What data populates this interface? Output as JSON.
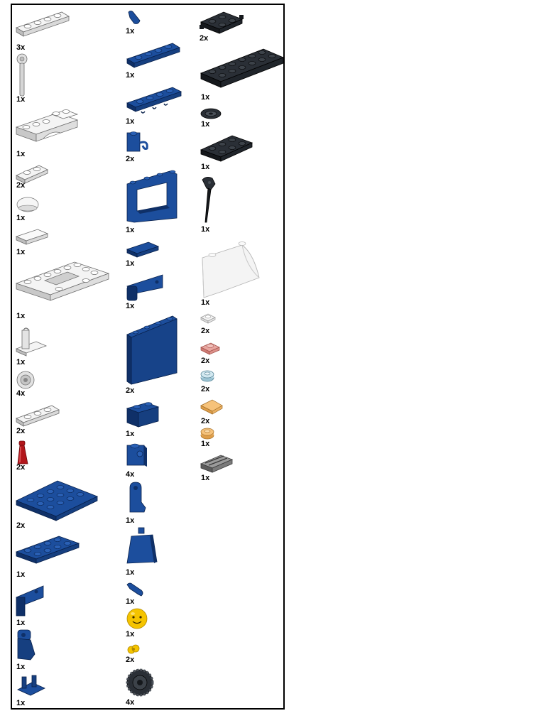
{
  "colors": {
    "white": "#f4f4f4",
    "white_dark": "#bdbdbd",
    "white_edge": "#6e6e6e",
    "blue": "#1c4e9d",
    "blue_dark": "#0f3068",
    "blue_edge": "#08204a",
    "black": "#2a2f36",
    "black_dark": "#15181c",
    "black_edge": "#000000",
    "red": "#b3161b",
    "red_dark": "#6e0b0e",
    "yellow": "#f5c400",
    "yellow_dark": "#b28a00",
    "grey": "#9b9b9b",
    "grey_dark": "#5c5c5c",
    "trans_clear": "#f4f4f4",
    "trans_red": "#e8a6a0",
    "trans_blue": "#b9d8e4",
    "trans_orange": "#f6c27a",
    "border": "#000000"
  },
  "inventory": {
    "column_1": [
      {
        "part": "plate-1x4",
        "icon": "plate-1x4-icon",
        "color": "white",
        "qty": "3x"
      },
      {
        "part": "antenna-whip",
        "icon": "antenna-icon",
        "color": "white",
        "qty": "1x"
      },
      {
        "part": "car-mudguard-plate",
        "icon": "mudguard-icon",
        "color": "white",
        "qty": "1x"
      },
      {
        "part": "plate-1x2",
        "icon": "plate-1x2-icon",
        "color": "white",
        "qty": "2x"
      },
      {
        "part": "dish-round",
        "icon": "dish-icon",
        "color": "white",
        "qty": "1x"
      },
      {
        "part": "tile-1x2",
        "icon": "tile-1x2-icon",
        "color": "white",
        "qty": "1x"
      },
      {
        "part": "car-base-plate",
        "icon": "car-base-icon",
        "color": "white",
        "qty": "1x"
      },
      {
        "part": "plate-with-clip",
        "icon": "clip-plate-icon",
        "color": "white",
        "qty": "1x"
      },
      {
        "part": "wheel-hub",
        "icon": "wheel-hub-icon",
        "color": "white",
        "qty": "4x"
      },
      {
        "part": "plate-1x3",
        "icon": "plate-1x3-icon",
        "color": "white",
        "qty": "2x"
      },
      {
        "part": "cone",
        "icon": "cone-icon",
        "color": "red",
        "qty": "2x"
      },
      {
        "part": "plate-4x4-hinge",
        "icon": "plate-4x4-icon",
        "color": "blue",
        "qty": "2x"
      },
      {
        "part": "plate-2x4",
        "icon": "plate-2x4-icon",
        "color": "blue",
        "qty": "1x"
      },
      {
        "part": "bracket",
        "icon": "bracket-icon",
        "color": "blue",
        "qty": "1x"
      },
      {
        "part": "minifig-legs-hips",
        "icon": "legs-icon",
        "color": "blue",
        "qty": "1x"
      },
      {
        "part": "plate-with-bar",
        "icon": "plate-bar-icon",
        "color": "blue",
        "qty": "1x"
      }
    ],
    "column_2": [
      {
        "part": "minifig-arm",
        "icon": "arm-icon",
        "color": "blue",
        "qty": "1x"
      },
      {
        "part": "plate-1x4",
        "icon": "plate-1x4-icon",
        "color": "blue",
        "qty": "1x"
      },
      {
        "part": "plate-1x4-clips",
        "icon": "plate-clips-icon",
        "color": "blue",
        "qty": "1x"
      },
      {
        "part": "brick-1x1-clip",
        "icon": "brick-clip-icon",
        "color": "blue",
        "qty": "2x"
      },
      {
        "part": "window-frame",
        "icon": "window-frame-icon",
        "color": "blue",
        "qty": "1x"
      },
      {
        "part": "tile-1x2",
        "icon": "tile-1x2-icon",
        "color": "blue",
        "qty": "1x"
      },
      {
        "part": "door-frame-bracket",
        "icon": "bracket-icon",
        "color": "blue",
        "qty": "1x"
      },
      {
        "part": "panel-1x4x3",
        "icon": "panel-icon",
        "color": "blue",
        "qty": "2x"
      },
      {
        "part": "brick-1x2",
        "icon": "brick-1x2-icon",
        "color": "blue",
        "qty": "1x"
      },
      {
        "part": "brick-1x1-stud-side",
        "icon": "brick-side-icon",
        "color": "blue",
        "qty": "4x"
      },
      {
        "part": "minifig-leg",
        "icon": "leg-icon",
        "color": "blue",
        "qty": "1x"
      },
      {
        "part": "minifig-torso",
        "icon": "torso-icon",
        "color": "blue",
        "qty": "1x"
      },
      {
        "part": "minifig-arm",
        "icon": "arm-icon",
        "color": "blue",
        "qty": "1x"
      },
      {
        "part": "minifig-head",
        "icon": "head-icon",
        "color": "yellow",
        "qty": "1x"
      },
      {
        "part": "minifig-hands",
        "icon": "hands-icon",
        "color": "yellow",
        "qty": "2x"
      },
      {
        "part": "tire",
        "icon": "tire-icon",
        "color": "black",
        "qty": "4x"
      }
    ],
    "column_3": [
      {
        "part": "plate-2x2-wheel-holder",
        "icon": "wheel-holder-icon",
        "color": "black",
        "qty": "2x"
      },
      {
        "part": "plate-2x6",
        "icon": "plate-2x6-icon",
        "color": "black",
        "qty": "1x"
      },
      {
        "part": "steering-wheel",
        "icon": "steering-wheel-icon",
        "color": "black",
        "qty": "1x"
      },
      {
        "part": "plate-2x3",
        "icon": "plate-2x3-icon",
        "color": "black",
        "qty": "1x"
      },
      {
        "part": "wrench-tool",
        "icon": "wrench-icon",
        "color": "black",
        "qty": "1x"
      },
      {
        "part": "windscreen",
        "icon": "windscreen-icon",
        "color": "trans_clear",
        "qty": "1x"
      },
      {
        "part": "plate-1x1-round",
        "icon": "round-plate-icon",
        "color": "trans_clear",
        "qty": "2x"
      },
      {
        "part": "plate-1x1",
        "icon": "plate-1x1-icon",
        "color": "trans_red",
        "qty": "2x"
      },
      {
        "part": "plate-1x1-round",
        "icon": "round-plate-icon",
        "color": "trans_blue",
        "qty": "2x"
      },
      {
        "part": "slope-1x1",
        "icon": "slope-icon",
        "color": "trans_orange",
        "qty": "2x"
      },
      {
        "part": "plate-1x1-round",
        "icon": "round-plate-icon",
        "color": "trans_orange",
        "qty": "1x"
      },
      {
        "part": "grille-tile",
        "icon": "grille-icon",
        "color": "grey",
        "qty": "1x"
      }
    ]
  }
}
